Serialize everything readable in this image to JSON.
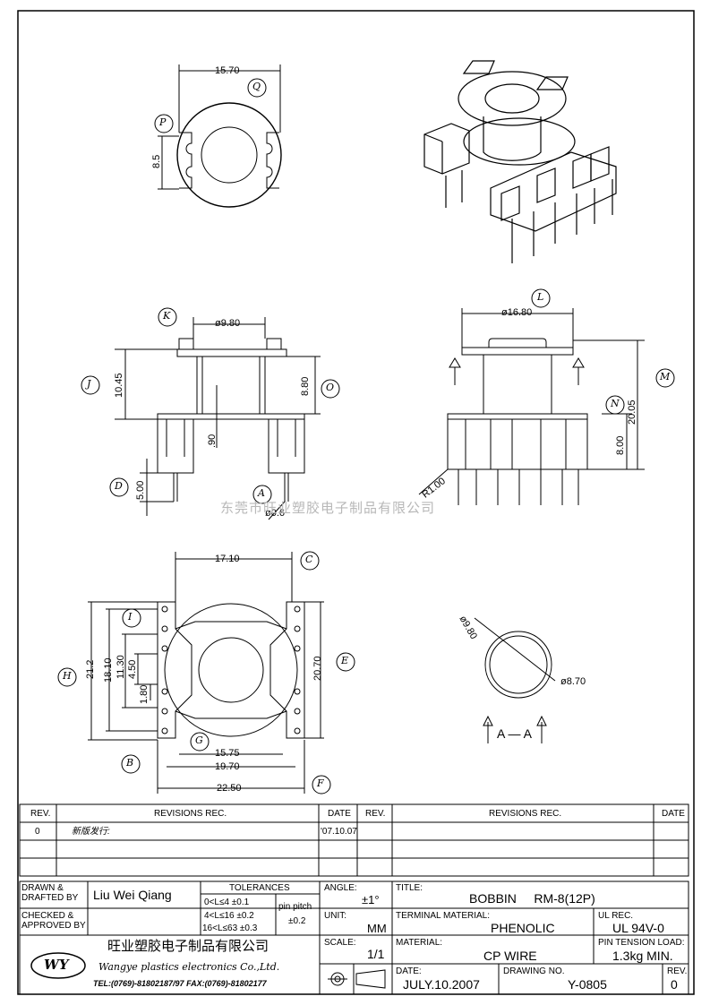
{
  "views": {
    "top": {
      "width": "15.70",
      "height": "8.5",
      "label_q": "Q",
      "label_p": "P"
    },
    "front": {
      "inner_dia": "ø9.80",
      "height": "10.45",
      "body": "8.80",
      "gap": ".90",
      "pin_len": "5.00",
      "pin_dia": "ø0.6",
      "labels": [
        "K",
        "J",
        "O",
        "D",
        "A"
      ]
    },
    "side": {
      "flange": "ø16.80",
      "total": "20.05",
      "base": "8.00",
      "radius": "R1.00",
      "labels": [
        "L",
        "M",
        "N"
      ]
    },
    "bottom": {
      "top_width": "17.10",
      "height_total": "21.2",
      "d1": "18.10",
      "d2": "11.30",
      "d3": "4.50",
      "d4": "1.80",
      "right_h": "20.70",
      "w1": "15.75",
      "w2": "19.70",
      "w3": "22.50",
      "labels": [
        "C",
        "I",
        "H",
        "E",
        "G",
        "B",
        "F"
      ]
    },
    "section": {
      "outer": "ø9.80",
      "inner": "ø8.70",
      "label": "A — A"
    }
  },
  "watermark": "东莞市旺业塑胶电子制品有限公司",
  "revisions": {
    "headers": [
      "REV.",
      "REVISIONS   REC.",
      "DATE",
      "REV.",
      "REVISIONS   REC.",
      "DATE"
    ],
    "row1": {
      "rev": "0",
      "text": "新版发行:",
      "date": "'07.10.07"
    }
  },
  "titleblock": {
    "drawn_label": "DRAWN &\nDRAFTED BY",
    "drawn_name": "Liu Wei Qiang",
    "checked_label": "CHECKED &\nAPPROVED BY",
    "tolerances_title": "TOLERANCES",
    "tol1": "0<L≤4    ±0.1",
    "tol2": "4<L≤16  ±0.2",
    "tol3": "16<L≤63  ±0.3",
    "pin_pitch": "pin pitch",
    "pin_pitch_tol": "±0.2",
    "angle_label": "ANGLE:",
    "angle_value": "±1°",
    "unit_label": "UNIT:",
    "unit_value": "MM",
    "scale_label": "SCALE:",
    "scale_value": "1/1",
    "title_label": "TITLE:",
    "title_value": "BOBBIN     RM-8(12P)",
    "terminal_label": "TERMINAL MATERIAL:",
    "terminal_value": "PHENOLIC",
    "ul_label": "UL REC.",
    "ul_value": "UL 94V-0",
    "material_label": "MATERIAL:",
    "material_value": "CP WIRE",
    "pin_tension_label": "PIN TENSION LOAD:",
    "pin_tension_value": "1.3kg MIN.",
    "date_label": "DATE:",
    "date_value": "JULY.10.2007",
    "drawing_label": "DRAWING NO.",
    "drawing_value": "Y-0805",
    "rev_label": "REV.",
    "rev_value": "0",
    "company_cn": "旺业塑胶电子制品有限公司",
    "company_en": "Wangye plastics electronics Co.,Ltd.",
    "company_tel": "TEL:(0769)-81802187/97   FAX:(0769)-81802177",
    "logo_text": "WY"
  }
}
